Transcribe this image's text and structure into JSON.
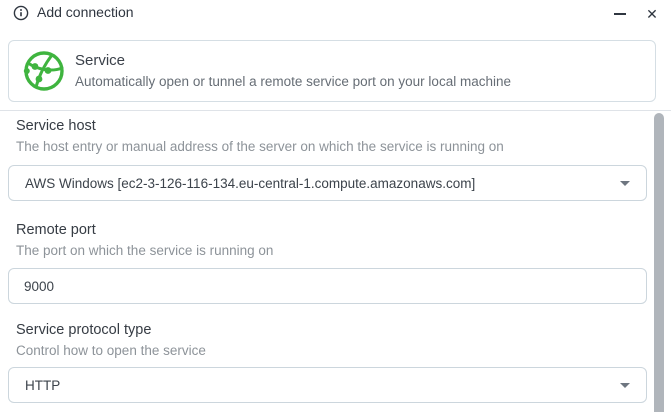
{
  "window": {
    "title": "Add connection",
    "close_glyph": "✕"
  },
  "service_card": {
    "title": "Service",
    "description": "Automatically open or tunnel a remote service port on your local machine"
  },
  "form": {
    "service_host": {
      "label": "Service host",
      "description": "The host entry or manual address of the server on which the service is running on",
      "value": "AWS Windows [ec2-3-126-116-134.eu-central-1.compute.amazonaws.com]"
    },
    "remote_port": {
      "label": "Remote port",
      "description": "The port on which the service is running on",
      "value": "9000"
    },
    "service_protocol_type": {
      "label": "Service protocol type",
      "description": "Control how to open the service",
      "value": "HTTP"
    }
  },
  "colors": {
    "accent_green": "#3fb43f",
    "title_text": "#2f3640",
    "heading_text": "#363c44",
    "description_text": "#8d9399",
    "card_border": "#d5dee4",
    "input_border": "#ccd6dd",
    "divider": "#dfe3e8",
    "scrollbar": "#b0b5bb"
  }
}
